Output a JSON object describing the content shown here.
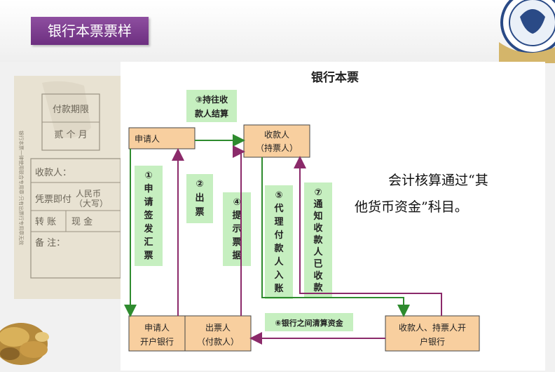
{
  "slide_title": "银行本票票样",
  "diagram_title": "银行本票",
  "cheque": {
    "term_label": "付款期限",
    "term_value": "贰 个 月",
    "payee_label": "收款人：",
    "amount_label": "凭票即付",
    "currency_label": "人民币",
    "currency_sub": "（大写）",
    "transfer_label": "转 账",
    "cash_label": "现 金",
    "remark_label": "备 注：",
    "side_text": "银行本票一律使用联合专用章·只有出票行专用章无效"
  },
  "nodes": {
    "applicant": "申请人",
    "payee_line1": "收款人",
    "payee_line2": "（持票人）",
    "applicant_bank_line1": "申请人",
    "applicant_bank_line2": "开户银行",
    "issuer_line1": "出票人",
    "issuer_line2": "（付款人）",
    "payee_bank_line1": "收款人、持票人开",
    "payee_bank_line2": "户银行"
  },
  "steps": {
    "s1": [
      "①",
      "申",
      "请",
      "签",
      "发",
      "汇",
      "票"
    ],
    "s2": [
      "②",
      "出",
      "票"
    ],
    "s3_line1": "③持往收",
    "s3_line2": "款人结算",
    "s4": [
      "④",
      "提",
      "示",
      "票",
      "据"
    ],
    "s5": [
      "⑤",
      "代",
      "理",
      "付",
      "款",
      "人",
      "入",
      "账"
    ],
    "s6": "⑥银行之间清算资金",
    "s7": [
      "⑦",
      "通",
      "知",
      "收",
      "款",
      "人",
      "已",
      "收",
      "款"
    ]
  },
  "note": {
    "line1": "会计核算通过“其",
    "line2": "他货币资金”科目。"
  },
  "colors": {
    "title_bg": "#7b3b8e",
    "node_fill": "#f8cf9f",
    "node_border": "#444444",
    "step_fill": "#c6efc0",
    "green_arrow": "#2e8b2e",
    "purple_arrow": "#8b2a6a"
  }
}
